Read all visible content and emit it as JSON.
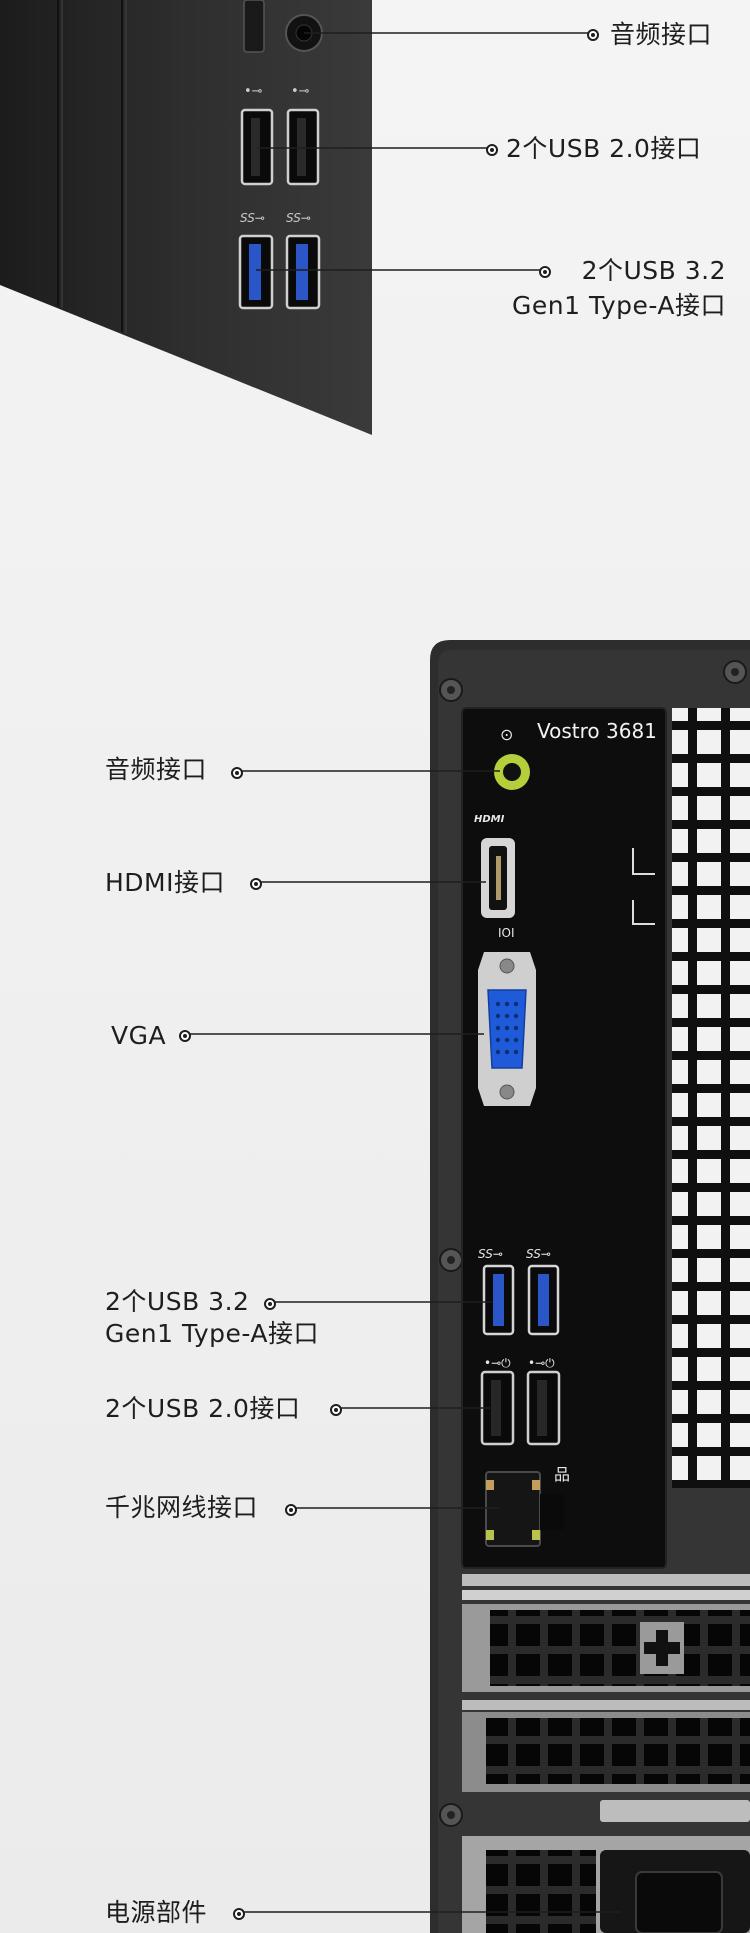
{
  "callouts": {
    "top_audio": {
      "lines": [
        "音频接口"
      ]
    },
    "top_usb20": {
      "lines": [
        "2个USB 2.0接口"
      ]
    },
    "top_usb32": {
      "lines": [
        "2个USB 3.2",
        "Gen1 Type-A接口"
      ]
    },
    "rear_audio": {
      "lines": [
        "音频接口"
      ]
    },
    "rear_hdmi": {
      "lines": [
        "HDMI接口"
      ]
    },
    "rear_vga": {
      "lines": [
        "VGA"
      ]
    },
    "rear_usb32": {
      "lines": [
        "2个USB 3.2",
        "Gen1 Type-A接口"
      ]
    },
    "rear_usb20": {
      "lines": [
        "2个USB 2.0接口"
      ]
    },
    "rear_lan": {
      "lines": [
        "千兆网线接口"
      ]
    },
    "rear_power": {
      "lines": [
        "电源部件"
      ]
    }
  },
  "panel": {
    "model": "Vostro 3681",
    "hdmi_marking": "HDMI",
    "vga_marking": "IOI",
    "ss_marking": "SS"
  },
  "colors": {
    "background": "#efefef",
    "chassis": "#2a2a2a",
    "usb3_blue": "#2a56c8",
    "vga_blue": "#1f5bd8",
    "audio_green": "#b5cf3a"
  }
}
